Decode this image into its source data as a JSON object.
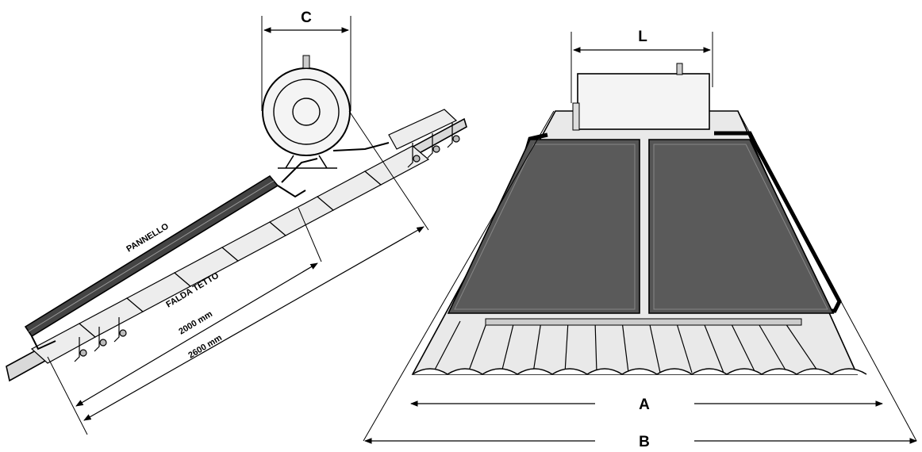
{
  "side_view": {
    "label_c": "C",
    "label_panel": "PANNELLO",
    "label_roof": "FALDA TETTO",
    "label_len_short": "2000 mm",
    "label_len_long": "2600 mm"
  },
  "front_view": {
    "label_l": "L",
    "label_a": "A",
    "label_b": "B"
  },
  "colors": {
    "panel_fill": "#555555",
    "tile_fill": "#e6e6e6",
    "line": "#000000"
  }
}
